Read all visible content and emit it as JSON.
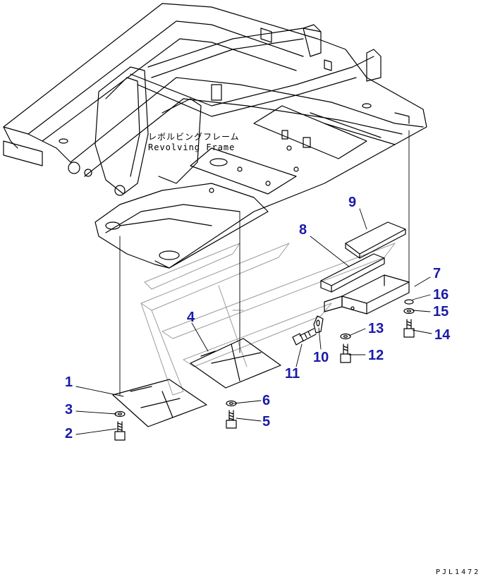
{
  "frame_label": {
    "jp": "レボルビングフレーム",
    "en": "Revolving Frame"
  },
  "callouts": [
    {
      "id": "1",
      "text": "1"
    },
    {
      "id": "2",
      "text": "2"
    },
    {
      "id": "3",
      "text": "3"
    },
    {
      "id": "4",
      "text": "4"
    },
    {
      "id": "5",
      "text": "5"
    },
    {
      "id": "6",
      "text": "6"
    },
    {
      "id": "7",
      "text": "7"
    },
    {
      "id": "8",
      "text": "8"
    },
    {
      "id": "9",
      "text": "9"
    },
    {
      "id": "10",
      "text": "10"
    },
    {
      "id": "11",
      "text": "11"
    },
    {
      "id": "12",
      "text": "12"
    },
    {
      "id": "13",
      "text": "13"
    },
    {
      "id": "14",
      "text": "14"
    },
    {
      "id": "15",
      "text": "15"
    },
    {
      "id": "16",
      "text": "16"
    }
  ],
  "drawing_code": "PJL1472",
  "colors": {
    "line": "#000000",
    "callout": "#1a1aa8",
    "watermark": "#9a9a9a"
  }
}
